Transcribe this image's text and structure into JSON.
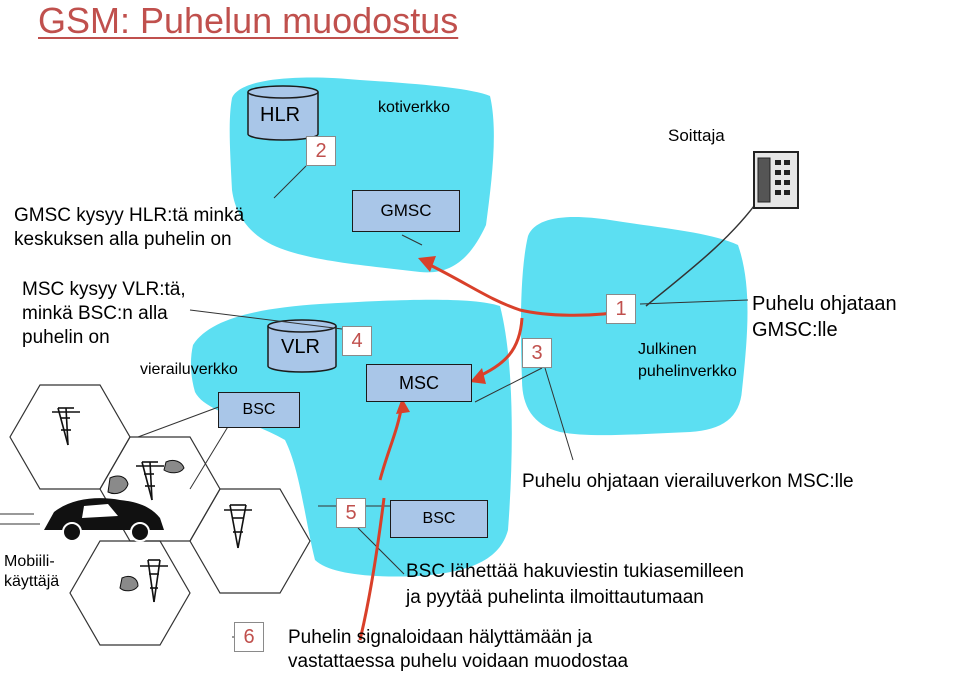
{
  "title": "GSM: Puhelun muodostus",
  "network_labels": {
    "home": "kotiverkko",
    "visited": "vierailuverkko",
    "public_line1": "Julkinen",
    "public_line2": "puhelinverkko"
  },
  "caller_label": "Soittaja",
  "elements": {
    "hlr": "HLR",
    "gmsc": "GMSC",
    "vlr": "VLR",
    "msc": "MSC",
    "bsc_top": "BSC",
    "bsc_bottom": "BSC"
  },
  "steps": [
    "1",
    "2",
    "3",
    "4",
    "5",
    "6"
  ],
  "annotations": {
    "step2_line1": "GMSC kysyy HLR:tä minkä",
    "step2_line2": "keskuksen alla puhelin on",
    "step4_line1": "MSC kysyy VLR:tä,",
    "step4_line2": "minkä BSC:n alla",
    "step4_line3": "puhelin on",
    "step1_line1": "Puhelu ohjataan",
    "step1_line2": "GMSC:lle",
    "step3": "Puhelu ohjataan vierailuverkon MSC:lle",
    "step5_line1": "BSC lähettää hakuviestin tukiasemilleen",
    "step5_line2": "ja pyytää puhelinta ilmoittautumaan",
    "step6_line1": "Puhelin signaloidaan hälyttämään ja",
    "step6_line2": "vastattaessa puhelu voidaan muodostaa"
  },
  "mobile_user_line1": "Mobiili-",
  "mobile_user_line2": "käyttäjä",
  "colors": {
    "title": "#c0504d",
    "cloud": "#5cdff2",
    "box_fill": "#a9c6e8",
    "path": "#d9402a",
    "step_number": "#c0504d"
  }
}
